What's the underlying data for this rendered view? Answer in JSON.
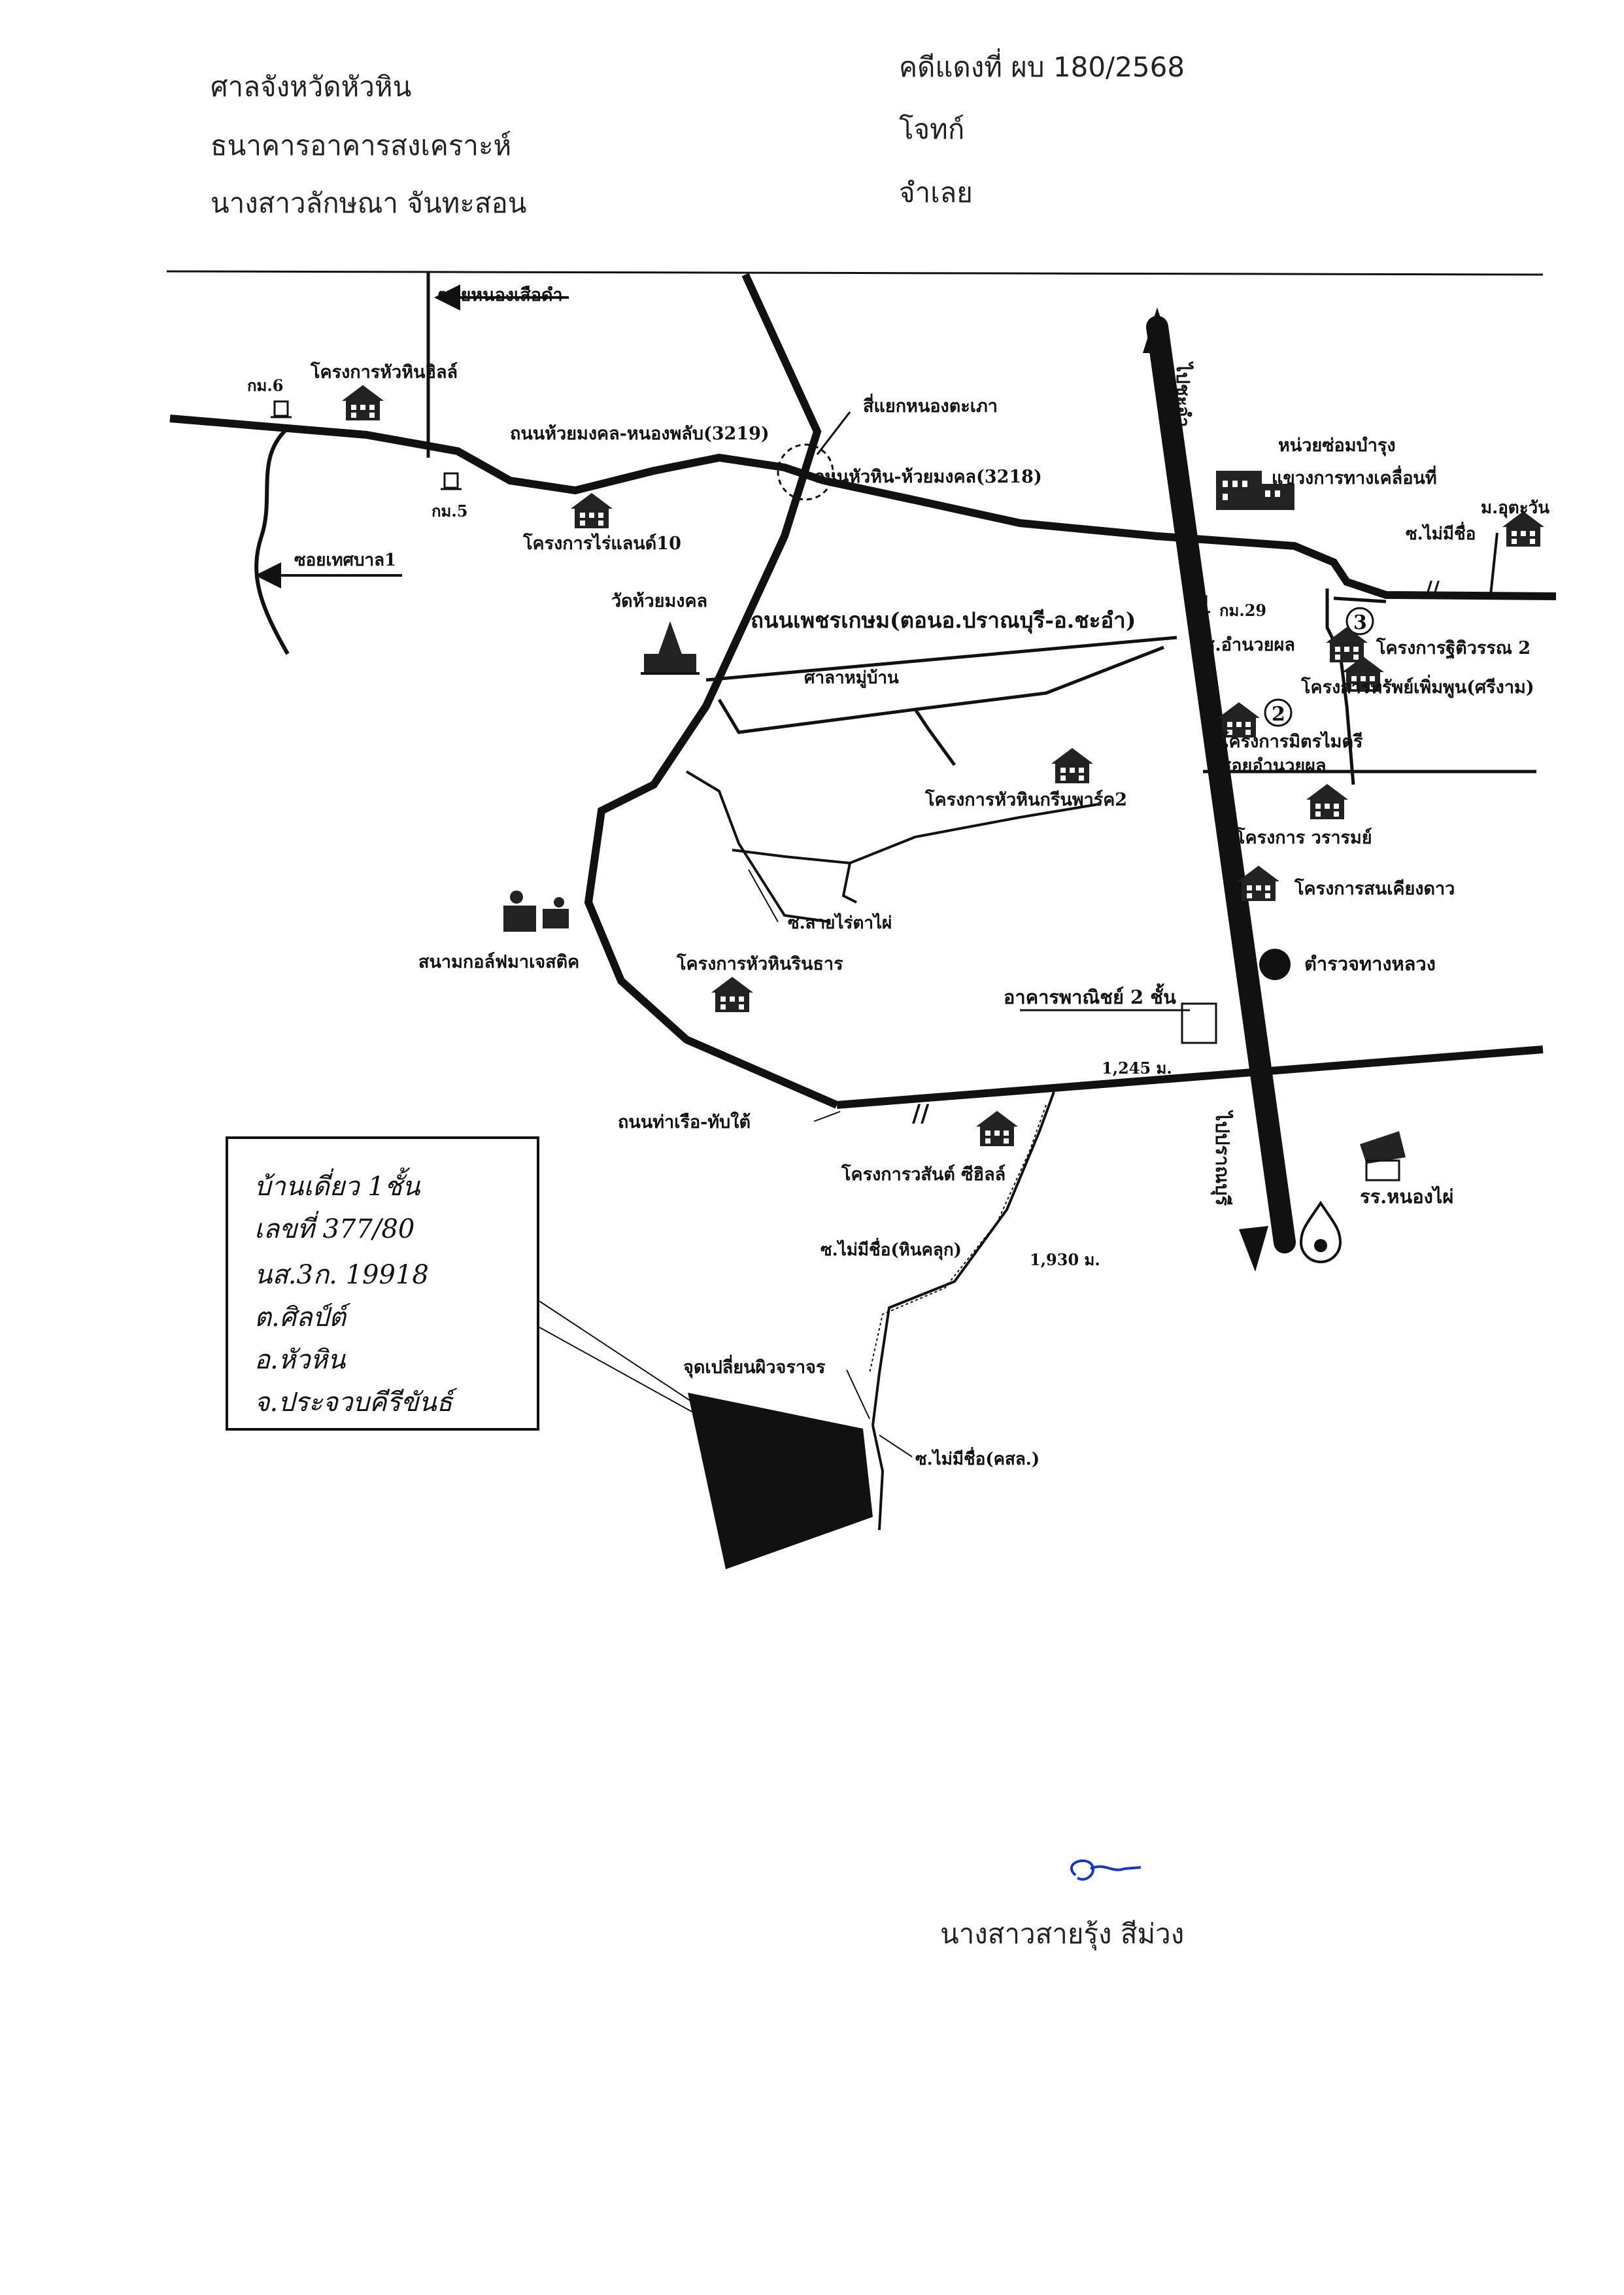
{
  "header": {
    "court": "ศาลจังหวัดหัวหิน",
    "plaintiff_name": "ธนาคารอาคารสงเคราะห์",
    "defendant_name": "นางสาวลักษณา  จันทะสอน",
    "case_number": "คดีแดงที่ ผบ 180/2568",
    "plaintiff_label": "โจทก์",
    "defendant_label": "จำเลย"
  },
  "map": {
    "labels": {
      "soi_nong_suea_dam": "ซอยหนองเสือดำ",
      "km6": "กม.6",
      "km5": "กม.5",
      "km29": "กม.29",
      "hua_hin_hills": "โครงการหัวหินฮิลล์",
      "road_3219": "ถนนห้วยมงคล-หนองพลับ(3219)",
      "junction_nong_takao": "สี่แยกหนองตะเภา",
      "road_3218": "ถนนหัวหิน-ห้วยมงคล(3218)",
      "to_cha_am": "ไปชะอำ",
      "highways_unit_1": "หน่วยซ่อมบำรุง",
      "highways_unit_2": "แขวงการทางเคลื่อนที่",
      "moo_rising_sun": "ม.อุตะวัน",
      "soi_no_name_top": "ซ.ไม่มีชื่อ",
      "soi_thesaban1": "ซอยเทศบาล1",
      "rai_land_10": "โครงการไร่แลนด์10",
      "wat_huai_mongkol": "วัดห้วยมงคล",
      "phetkasem_road": "ถนนเพชรเกษม(ตอนอ.ปราณบุรี-อ.ชะอำ)",
      "soi_amnuay_phon": "ซ.อำนวยผล",
      "ruditwan_2": "โครงการฐิติวรรณ 2",
      "sap_phoemphun": "โครงการทรัพย์เพิ่มพูน(ศรีงาม)",
      "village_pavilion": "ศาลาหมู่บ้าน",
      "mit_maitri_1": "โครงการมิตรไมตรี",
      "mit_maitri_2": "ซอยอำนวยผล",
      "hua_hin_green_park": "โครงการหัวหินกรีนพาร์ค2",
      "waraporn": "โครงการ วรารมย์",
      "son_khiang_dao": "โครงการสนเคียงดาว",
      "soi_sai_rai_ta_phai": "ซ.สายไร่ตาไผ่",
      "majestic_golf": "สนามกอล์ฟมาเจสติค",
      "hua_hin_rin_than": "โครงการหัวหินรินธาร",
      "highway_police": "ตำรวจทางหลวง",
      "shophouse": "อาคารพาณิชย์ 2 ชั้น",
      "dist_1245": "1,245 ม.",
      "tha_ruea_road": "ถนนท่าเรือ-ทับใต้",
      "wasan_hills": "โครงการวสันต์ ซีฮิลล์",
      "to_pranburi": "ไปปราณบุรี",
      "school_nong_phai": "รร.หนองไผ่",
      "soi_hin_khlut": "ซ.ไม่มีชื่อ(หินคลุก)",
      "dist_1930": "1,930 ม.",
      "surface_change": "จุดเปลี่ยนผิวจราจร",
      "soi_no_name_kasol": "ซ.ไม่มีชื่อ(คสล.)",
      "circle_2": "2",
      "circle_3": "3"
    }
  },
  "note": {
    "lines": [
      "บ้านเดี่ยว 1ชั้น",
      "เลขที่ 377/80",
      "นส.3ก. 19918",
      "ต.ศิลป์ต์",
      "อ.หัวหิน",
      "จ.ประจวบคีรีขันธ์"
    ]
  },
  "signature": {
    "name": "นางสาวสายรุ้ง  สีม่วง"
  }
}
